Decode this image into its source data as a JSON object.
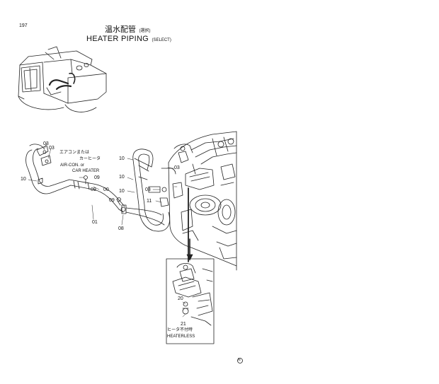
{
  "page_number": "197",
  "title": {
    "jp": "温水配管",
    "jp_note": "(選択)",
    "en": "HEATER PIPING",
    "en_note": "(SELECT)"
  },
  "labels": {
    "aircon_jp": "エアコンまたは",
    "carheater_jp": "カーヒータ",
    "aircon_en": "AIR-CON. or",
    "carheater_en": "CAR HEATER",
    "heaterless_jp": "ヒータ不付時",
    "heaterless_en": "HEATERLESS"
  },
  "callouts": {
    "p03a": "03",
    "p03b": "03",
    "p10a": "10",
    "p09a": "09",
    "p09b": "09",
    "p00": "00",
    "p01": "01",
    "p08": "08",
    "p10b": "10",
    "p10c": "10",
    "p10d": "10",
    "p03c": "03",
    "p03d": "03",
    "p11": "11",
    "p09c": "09",
    "p20": "20",
    "p21": "21"
  },
  "footer_mark": "N"
}
